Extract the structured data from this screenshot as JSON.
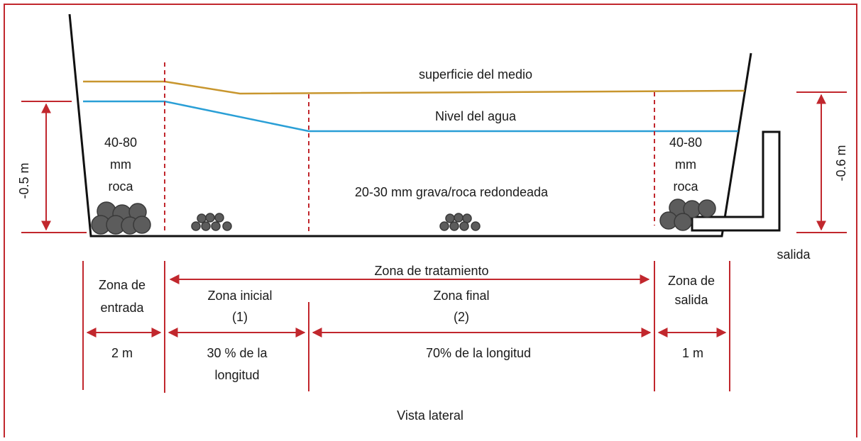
{
  "diagram": {
    "labels": {
      "media_surface": "superficie del medio",
      "water_level": "Nivel del agua",
      "inlet_rock": [
        "40-80",
        "mm",
        "roca"
      ],
      "outlet_rock": [
        "40-80",
        "mm",
        "roca"
      ],
      "gravel": "20-30 mm grava/roca redondeada",
      "depth_left": "-0.5 m",
      "depth_right": "-0.6 m",
      "outlet": "salida",
      "treatment_zone": "Zona de tratamiento",
      "inlet_zone": [
        "Zona de",
        "entrada"
      ],
      "initial_zone": [
        "Zona inicial",
        "(1)"
      ],
      "final_zone": [
        "Zona final",
        "(2)"
      ],
      "outlet_zone": [
        "Zona de",
        "salida"
      ],
      "inlet_length": "2 m",
      "initial_length": [
        "30 % de la",
        "longitud"
      ],
      "final_length": "70% de la longitud",
      "outlet_length": "1 m",
      "caption": "Vista lateral"
    },
    "colors": {
      "frame": "#c1272d",
      "dimension": "#c1272d",
      "media_surface_line": "#c8962e",
      "water_line": "#2a9fd6",
      "outline": "#111111",
      "rock_fill": "#5c5c5c",
      "rock_stroke": "#3a3a3a"
    }
  }
}
